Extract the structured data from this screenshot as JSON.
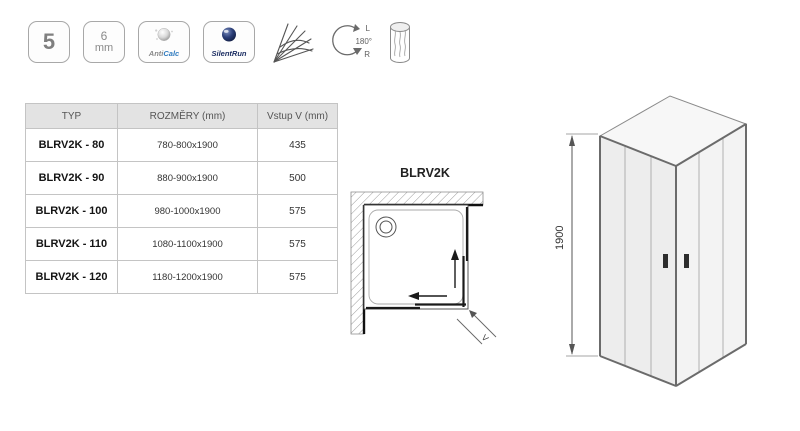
{
  "badges": {
    "warranty": "5",
    "thickness_value": "6",
    "thickness_unit": "mm",
    "anticalc_part1": "Anti",
    "anticalc_part2": "Calc",
    "silentrun": "SilentRun",
    "rotation": {
      "left": "L",
      "angle": "180°",
      "right": "R"
    }
  },
  "table": {
    "headers": [
      "TYP",
      "ROZMĚRY (mm)",
      "Vstup V (mm)"
    ],
    "rows": [
      [
        "BLRV2K - 80",
        "780-800x1900",
        "435"
      ],
      [
        "BLRV2K - 90",
        "880-900x1900",
        "500"
      ],
      [
        "BLRV2K - 100",
        "980-1000x1900",
        "575"
      ],
      [
        "BLRV2K - 110",
        "1080-1100x1900",
        "575"
      ],
      [
        "BLRV2K - 120",
        "1180-1200x1900",
        "575"
      ]
    ]
  },
  "top_view": {
    "title": "BLRV2K",
    "entry_label": "V"
  },
  "side_view": {
    "height_label": "1900"
  }
}
